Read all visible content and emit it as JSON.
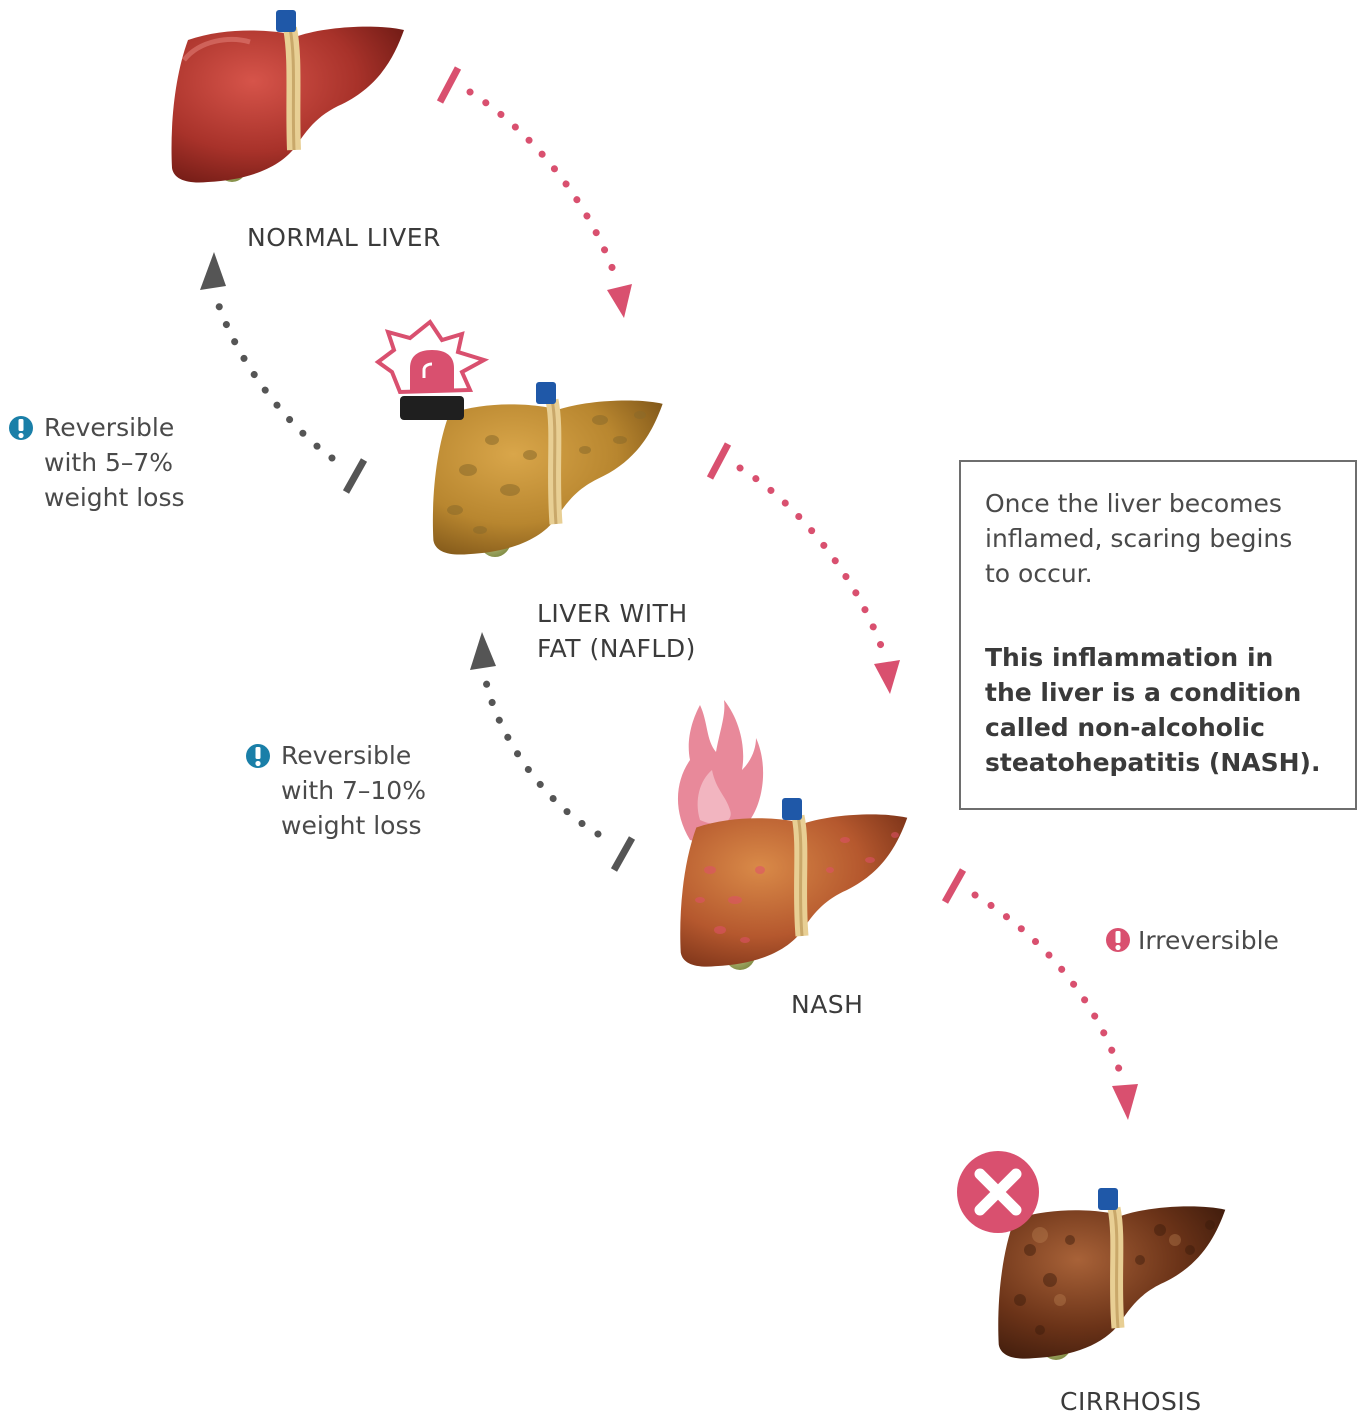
{
  "stages": {
    "normal": {
      "label": "NORMAL LIVER"
    },
    "nafld": {
      "label_line1": "LIVER WITH",
      "label_line2": "FAT (NAFLD)"
    },
    "nash": {
      "label": "NASH"
    },
    "cirrhosis": {
      "label": "CIRRHOSIS"
    }
  },
  "notes": {
    "reversible_nafld": {
      "line1": "Reversible",
      "line2": "with 5–7%",
      "line3": "weight loss"
    },
    "reversible_nash": {
      "line1": "Reversible",
      "line2": "with 7–10%",
      "line3": "weight loss"
    },
    "irreversible": {
      "text": "Irreversible"
    }
  },
  "info_box": {
    "paragraph1": [
      "Once the liver becomes",
      "inflamed, scaring begins",
      "to occur."
    ],
    "paragraph2": [
      "This inflammation in",
      "the liver is a condition",
      "called non-alcoholic",
      "steatohepatitis (NASH)."
    ]
  },
  "colors": {
    "progression_arrow": "#d9506f",
    "reversal_arrow": "#555555",
    "info_icon": "#1a7fa8",
    "warning_icon": "#d9506f",
    "liver_normal": "#9e2a22",
    "liver_fatty": "#b8862f",
    "liver_nash": "#b5582e",
    "liver_cirrhosis": "#6b3318"
  },
  "icons": {
    "nafld": "alarm-siren-icon",
    "nash": "flame-icon",
    "cirrhosis": "x-circle-icon",
    "info": "exclamation-circle-icon"
  }
}
